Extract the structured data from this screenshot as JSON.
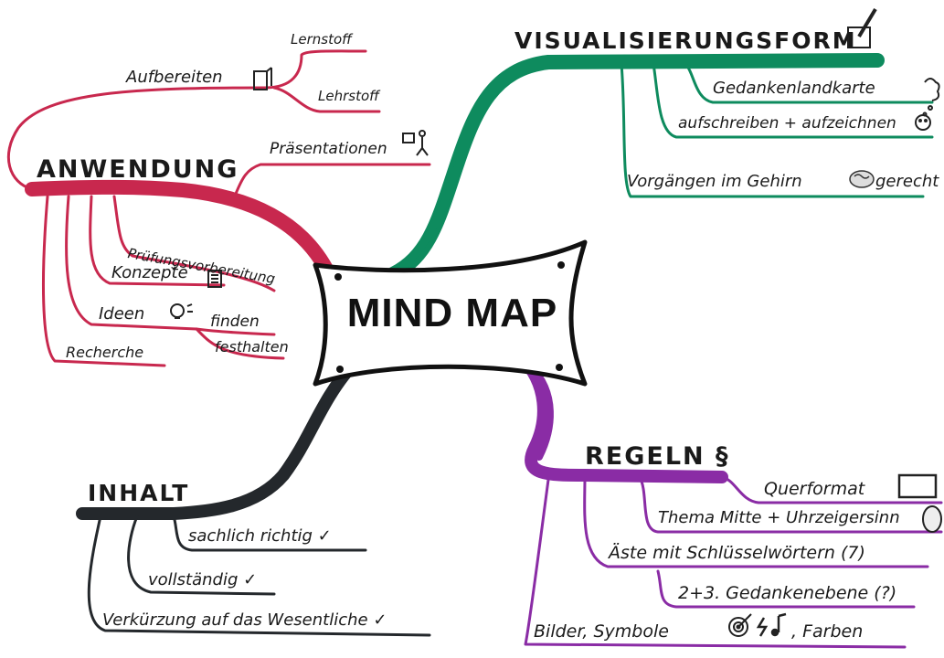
{
  "center": {
    "title": "MIND MAP"
  },
  "colors": {
    "anwendung": "#c8284e",
    "visualisierung": "#0e8b5e",
    "regeln": "#8a2ca5",
    "inhalt": "#24282c",
    "frame": "#111111"
  },
  "anwendung": {
    "title": "ANWENDUNG",
    "aufbereiten": "Aufbereiten",
    "lernstoff": "Lernstoff",
    "lehrstoff": "Lehrstoff",
    "praesentationen": "Präsentationen",
    "pruefung": "Prüfungsvorbereitung",
    "konzepte": "Konzepte",
    "ideen": "Ideen",
    "finden": "finden",
    "festhalten": "festhalten",
    "recherche": "Recherche"
  },
  "visualisierung": {
    "title": "VISUALISIERUNGSFORM",
    "gedankenlandkarte": "Gedankenlandkarte",
    "aufschreiben": "aufschreiben + aufzeichnen",
    "vorgaengen": "Vorgängen im Gehirn",
    "gerecht": "gerecht"
  },
  "regeln": {
    "title": "REGELN §",
    "querformat": "Querformat",
    "thema": "Thema Mitte + Uhrzeigersinn",
    "aeste": "Äste mit Schlüsselwörtern (7)",
    "ebenen": "2+3. Gedankenebene (?)",
    "bilder": "Bilder, Symbole",
    "farben": ", Farben"
  },
  "inhalt": {
    "title": "INHALT",
    "sachlich": "sachlich richtig ✓",
    "vollstaendig": "vollständig ✓",
    "verkuerzung": "Verkürzung auf das Wesentliche ✓"
  }
}
